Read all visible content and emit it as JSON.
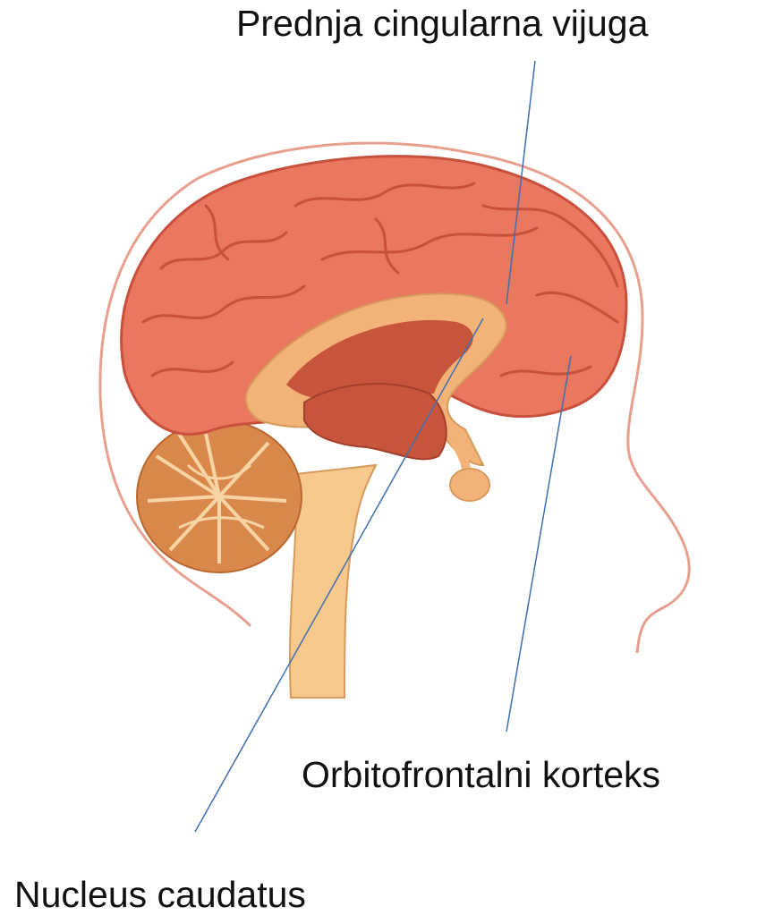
{
  "labels": {
    "cingulate": "Prednja cingularna vijuga",
    "orbitofrontal": "Orbitofrontalni korteks",
    "caudate": "Nucleus caudatus"
  },
  "colors": {
    "cortex": "#e9785f",
    "cortex_dark": "#c9503d",
    "inner": "#f3b277",
    "deep": "#c7553b",
    "cerebellum": "#d9884b",
    "stem": "#f7c98d",
    "head_outline": "#e8a08e",
    "leader_line": "#3f6fb3"
  }
}
